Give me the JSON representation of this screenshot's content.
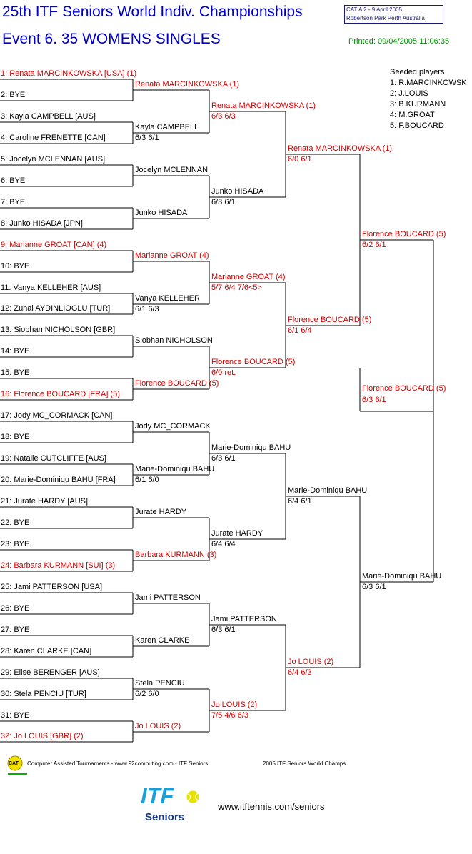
{
  "header": {
    "title": "25th ITF Seniors World Indiv. Championships",
    "event": "Event 6. 35 WOMENS SINGLES",
    "cat_line1": "CAT A   2 - 9 April 2005",
    "cat_line2": "Robertson Park Perth    Australia",
    "printed": "Printed: 09/04/2005 11:06:35"
  },
  "seeds": {
    "heading": "Seeded players",
    "items": [
      "1: R.MARCINKOWSK",
      "2: J.LOUIS",
      "3: B.KURMANN",
      "4: M.GROAT",
      "5: F.BOUCARD"
    ]
  },
  "round1": [
    {
      "text": "1: Renata MARCINKOWSKA [USA] (1)",
      "seeded": true
    },
    {
      "text": "2: BYE",
      "seeded": false
    },
    {
      "text": "3: Kayla CAMPBELL [AUS]",
      "seeded": false
    },
    {
      "text": "4: Caroline FRENETTE [CAN]",
      "seeded": false
    },
    {
      "text": "5: Jocelyn MCLENNAN [AUS]",
      "seeded": false
    },
    {
      "text": "6: BYE",
      "seeded": false
    },
    {
      "text": "7: BYE",
      "seeded": false
    },
    {
      "text": "8: Junko HISADA [JPN]",
      "seeded": false
    },
    {
      "text": "9: Marianne GROAT [CAN] (4)",
      "seeded": true
    },
    {
      "text": "10: BYE",
      "seeded": false
    },
    {
      "text": "11: Vanya KELLEHER [AUS]",
      "seeded": false
    },
    {
      "text": "12: Zuhal AYDINLIOGLU [TUR]",
      "seeded": false
    },
    {
      "text": "13: Siobhan NICHOLSON [GBR]",
      "seeded": false
    },
    {
      "text": "14: BYE",
      "seeded": false
    },
    {
      "text": "15: BYE",
      "seeded": false
    },
    {
      "text": "16: Florence BOUCARD [FRA] (5)",
      "seeded": true
    },
    {
      "text": "17: Jody MC_CORMACK [CAN]",
      "seeded": false
    },
    {
      "text": "18: BYE",
      "seeded": false
    },
    {
      "text": "19: Natalie CUTCLIFFE [AUS]",
      "seeded": false
    },
    {
      "text": "20: Marie-Dominiqu BAHU [FRA]",
      "seeded": false
    },
    {
      "text": "21: Jurate HARDY [AUS]",
      "seeded": false
    },
    {
      "text": "22: BYE",
      "seeded": false
    },
    {
      "text": "23: BYE",
      "seeded": false
    },
    {
      "text": "24: Barbara KURMANN [SUI] (3)",
      "seeded": true
    },
    {
      "text": "25: Jami PATTERSON [USA]",
      "seeded": false
    },
    {
      "text": "26: BYE",
      "seeded": false
    },
    {
      "text": "27: BYE",
      "seeded": false
    },
    {
      "text": "28: Karen CLARKE [CAN]",
      "seeded": false
    },
    {
      "text": "29: Elise BERENGER [AUS]",
      "seeded": false
    },
    {
      "text": "30: Stela PENCIU [TUR]",
      "seeded": false
    },
    {
      "text": "31: BYE",
      "seeded": false
    },
    {
      "text": "32: Jo LOUIS [GBR] (2)",
      "seeded": true
    }
  ],
  "round2": [
    {
      "name": "Renata MARCINKOWSKA (1)",
      "score": "",
      "seeded": true
    },
    {
      "name": "Kayla CAMPBELL",
      "score": "6/3 6/1",
      "seeded": false
    },
    {
      "name": "Jocelyn MCLENNAN",
      "score": "",
      "seeded": false
    },
    {
      "name": "Junko HISADA",
      "score": "",
      "seeded": false
    },
    {
      "name": "Marianne GROAT (4)",
      "score": "",
      "seeded": true
    },
    {
      "name": "Vanya KELLEHER",
      "score": "6/1 6/3",
      "seeded": false
    },
    {
      "name": "Siobhan NICHOLSON",
      "score": "",
      "seeded": false
    },
    {
      "name": "Florence BOUCARD (5)",
      "score": "",
      "seeded": true
    },
    {
      "name": "Jody MC_CORMACK",
      "score": "",
      "seeded": false
    },
    {
      "name": "Marie-Dominiqu BAHU",
      "score": "6/1 6/0",
      "seeded": false
    },
    {
      "name": "Jurate HARDY",
      "score": "",
      "seeded": false
    },
    {
      "name": "Barbara KURMANN (3)",
      "score": "",
      "seeded": true
    },
    {
      "name": "Jami PATTERSON",
      "score": "",
      "seeded": false
    },
    {
      "name": "Karen CLARKE",
      "score": "",
      "seeded": false
    },
    {
      "name": "Stela PENCIU",
      "score": "6/2 6/0",
      "seeded": false
    },
    {
      "name": "Jo LOUIS (2)",
      "score": "",
      "seeded": true
    }
  ],
  "round3": [
    {
      "name": "Renata MARCINKOWSKA (1)",
      "score": "6/3 6/3",
      "seeded": true
    },
    {
      "name": "Junko HISADA",
      "score": "6/3 6/1",
      "seeded": false
    },
    {
      "name": "Marianne GROAT (4)",
      "score": "5/7 6/4 7/6<5>",
      "seeded": true
    },
    {
      "name": "Florence BOUCARD (5)",
      "score": "6/0 ret.",
      "seeded": true
    },
    {
      "name": "Marie-Dominiqu BAHU",
      "score": "6/3 6/1",
      "seeded": false
    },
    {
      "name": "Jurate HARDY",
      "score": "6/4 6/4",
      "seeded": false
    },
    {
      "name": "Jami PATTERSON",
      "score": "6/3 6/1",
      "seeded": false
    },
    {
      "name": "Jo LOUIS (2)",
      "score": "7/5 4/6 6/3",
      "seeded": true
    }
  ],
  "round4": [
    {
      "name": "Renata MARCINKOWSKA (1)",
      "score": "6/0 6/1",
      "seeded": true
    },
    {
      "name": "Florence BOUCARD (5)",
      "score": "6/1 6/4",
      "seeded": true
    },
    {
      "name": "Marie-Dominiqu BAHU",
      "score": "6/4 6/1",
      "seeded": false
    },
    {
      "name": "Jo LOUIS (2)",
      "score": "6/4 6/3",
      "seeded": true
    }
  ],
  "round5": [
    {
      "name": "Florence BOUCARD (5)",
      "score": "6/2 6/1",
      "seeded": true
    },
    {
      "name": "Marie-Dominiqu BAHU",
      "score": "6/3 6/1",
      "seeded": false
    }
  ],
  "final": {
    "name": "Florence BOUCARD (5)",
    "score": "6/3 6/1",
    "seeded": true
  },
  "footer": {
    "cat_logo": "CAT",
    "line1": "Computer Assisted Tournaments - www.92computing.com -  ITF Seniors",
    "line2": "2005 ITF Seniors World Champs",
    "itf_logo_text": "ITF",
    "itf_logo_sub": "Seniors",
    "url": "www.itftennis.com/seniors"
  },
  "colors": {
    "title": "#0000c8",
    "seed": "#d40000",
    "printed": "#008800",
    "itf": "#1a9fd6",
    "itf_sub": "#1a3c8c",
    "ball": "#e8e000"
  }
}
